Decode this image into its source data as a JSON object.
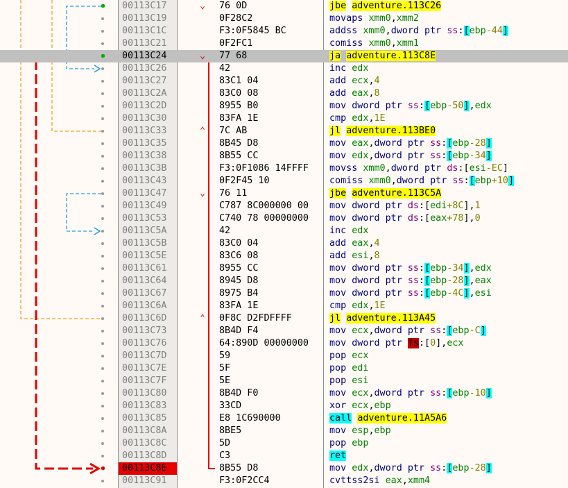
{
  "rows": [
    {
      "addr": "00113C17",
      "bytes": "76 0D",
      "mark": "down",
      "dot": "green",
      "ins": [
        [
          "mnj",
          "jbe"
        ],
        [
          "sp",
          " "
        ],
        [
          "lbl",
          "adventure.113C26"
        ]
      ]
    },
    {
      "addr": "00113C19",
      "bytes": "0F28C2",
      "ins": [
        [
          "mn",
          "movaps"
        ],
        [
          "sp",
          " "
        ],
        [
          "reg",
          "xmm0"
        ],
        [
          "p",
          ","
        ],
        [
          "reg",
          "xmm2"
        ]
      ]
    },
    {
      "addr": "00113C1C",
      "bytes": "F3:0F5845 BC",
      "ins": [
        [
          "mn",
          "addss"
        ],
        [
          "sp",
          " "
        ],
        [
          "reg",
          "xmm0"
        ],
        [
          "p",
          ","
        ],
        [
          "mn",
          "dword ptr"
        ],
        [
          "sp",
          " "
        ],
        [
          "seg",
          "ss"
        ],
        [
          "p",
          ":"
        ],
        [
          "br",
          "["
        ],
        [
          "reg",
          "ebp"
        ],
        [
          "num",
          "-44"
        ],
        [
          "br",
          "]"
        ]
      ]
    },
    {
      "addr": "00113C21",
      "bytes": "0F2FC1",
      "ins": [
        [
          "mn",
          "comiss"
        ],
        [
          "sp",
          " "
        ],
        [
          "reg",
          "xmm0"
        ],
        [
          "p",
          ","
        ],
        [
          "reg",
          "xmm1"
        ]
      ]
    },
    {
      "addr": "00113C24",
      "bytes": "77 68",
      "mark": "down",
      "dot": "green",
      "selected": true,
      "ins": [
        [
          "mnj",
          "ja"
        ],
        [
          "sp",
          " "
        ],
        [
          "lbl",
          "adventure.113C8E"
        ]
      ]
    },
    {
      "addr": "00113C26",
      "bytes": "42",
      "ins": [
        [
          "mn",
          "inc"
        ],
        [
          "sp",
          " "
        ],
        [
          "reg",
          "edx"
        ]
      ]
    },
    {
      "addr": "00113C27",
      "bytes": "83C1 04",
      "ins": [
        [
          "mn",
          "add"
        ],
        [
          "sp",
          " "
        ],
        [
          "reg",
          "ecx"
        ],
        [
          "p",
          ","
        ],
        [
          "num",
          "4"
        ]
      ]
    },
    {
      "addr": "00113C2A",
      "bytes": "83C0 08",
      "ins": [
        [
          "mn",
          "add"
        ],
        [
          "sp",
          " "
        ],
        [
          "reg",
          "eax"
        ],
        [
          "p",
          ","
        ],
        [
          "num",
          "8"
        ]
      ]
    },
    {
      "addr": "00113C2D",
      "bytes": "8955 B0",
      "ins": [
        [
          "mn",
          "mov"
        ],
        [
          "sp",
          " "
        ],
        [
          "mn",
          "dword ptr"
        ],
        [
          "sp",
          " "
        ],
        [
          "seg",
          "ss"
        ],
        [
          "p",
          ":"
        ],
        [
          "br",
          "["
        ],
        [
          "reg",
          "ebp"
        ],
        [
          "num",
          "-50"
        ],
        [
          "br",
          "]"
        ],
        [
          "p",
          ","
        ],
        [
          "reg",
          "edx"
        ]
      ]
    },
    {
      "addr": "00113C30",
      "bytes": "83FA 1E",
      "ins": [
        [
          "mn",
          "cmp"
        ],
        [
          "sp",
          " "
        ],
        [
          "reg",
          "edx"
        ],
        [
          "p",
          ","
        ],
        [
          "num",
          "1E"
        ]
      ]
    },
    {
      "addr": "00113C33",
      "bytes": "7C AB",
      "mark": "up",
      "ins": [
        [
          "mnj",
          "jl"
        ],
        [
          "sp",
          " "
        ],
        [
          "lbl",
          "adventure.113BE0"
        ]
      ]
    },
    {
      "addr": "00113C35",
      "bytes": "8B45 D8",
      "ins": [
        [
          "mn",
          "mov"
        ],
        [
          "sp",
          " "
        ],
        [
          "reg",
          "eax"
        ],
        [
          "p",
          ","
        ],
        [
          "mn",
          "dword ptr"
        ],
        [
          "sp",
          " "
        ],
        [
          "seg",
          "ss"
        ],
        [
          "p",
          ":"
        ],
        [
          "br",
          "["
        ],
        [
          "reg",
          "ebp"
        ],
        [
          "num",
          "-28"
        ],
        [
          "br",
          "]"
        ]
      ]
    },
    {
      "addr": "00113C38",
      "bytes": "8B55 CC",
      "ins": [
        [
          "mn",
          "mov"
        ],
        [
          "sp",
          " "
        ],
        [
          "reg",
          "edx"
        ],
        [
          "p",
          ","
        ],
        [
          "mn",
          "dword ptr"
        ],
        [
          "sp",
          " "
        ],
        [
          "seg",
          "ss"
        ],
        [
          "p",
          ":"
        ],
        [
          "br",
          "["
        ],
        [
          "reg",
          "ebp"
        ],
        [
          "num",
          "-34"
        ],
        [
          "br",
          "]"
        ]
      ]
    },
    {
      "addr": "00113C3B",
      "bytes": "F3:0F1086 14FFFF",
      "ins": [
        [
          "mn",
          "movss"
        ],
        [
          "sp",
          " "
        ],
        [
          "reg",
          "xmm0"
        ],
        [
          "p",
          ","
        ],
        [
          "mn",
          "dword ptr"
        ],
        [
          "sp",
          " "
        ],
        [
          "seg",
          "ds"
        ],
        [
          "p",
          ":["
        ],
        [
          "reg",
          "esi"
        ],
        [
          "num",
          "-EC"
        ],
        [
          "p",
          "]"
        ]
      ]
    },
    {
      "addr": "00113C43",
      "bytes": "0F2F45 10",
      "ins": [
        [
          "mn",
          "comiss"
        ],
        [
          "sp",
          " "
        ],
        [
          "reg",
          "xmm0"
        ],
        [
          "p",
          ","
        ],
        [
          "mn",
          "dword ptr"
        ],
        [
          "sp",
          " "
        ],
        [
          "seg",
          "ss"
        ],
        [
          "p",
          ":"
        ],
        [
          "br",
          "["
        ],
        [
          "reg",
          "ebp"
        ],
        [
          "num",
          "+10"
        ],
        [
          "br",
          "]"
        ]
      ]
    },
    {
      "addr": "00113C47",
      "bytes": "76 11",
      "mark": "down",
      "ins": [
        [
          "mnj",
          "jbe"
        ],
        [
          "sp",
          " "
        ],
        [
          "lbl",
          "adventure.113C5A"
        ]
      ]
    },
    {
      "addr": "00113C49",
      "bytes": "C787 8C000000 00",
      "ins": [
        [
          "mn",
          "mov"
        ],
        [
          "sp",
          " "
        ],
        [
          "mn",
          "dword ptr"
        ],
        [
          "sp",
          " "
        ],
        [
          "seg",
          "ds"
        ],
        [
          "p",
          ":["
        ],
        [
          "reg",
          "edi"
        ],
        [
          "num",
          "+8C"
        ],
        [
          "p",
          "],"
        ],
        [
          "num",
          "1"
        ]
      ]
    },
    {
      "addr": "00113C53",
      "bytes": "C740 78 00000000",
      "ins": [
        [
          "mn",
          "mov"
        ],
        [
          "sp",
          " "
        ],
        [
          "mn",
          "dword ptr"
        ],
        [
          "sp",
          " "
        ],
        [
          "seg",
          "ds"
        ],
        [
          "p",
          ":["
        ],
        [
          "reg",
          "eax"
        ],
        [
          "num",
          "+78"
        ],
        [
          "p",
          "],"
        ],
        [
          "num",
          "0"
        ]
      ]
    },
    {
      "addr": "00113C5A",
      "bytes": "42",
      "ins": [
        [
          "mn",
          "inc"
        ],
        [
          "sp",
          " "
        ],
        [
          "reg",
          "edx"
        ]
      ]
    },
    {
      "addr": "00113C5B",
      "bytes": "83C0 04",
      "ins": [
        [
          "mn",
          "add"
        ],
        [
          "sp",
          " "
        ],
        [
          "reg",
          "eax"
        ],
        [
          "p",
          ","
        ],
        [
          "num",
          "4"
        ]
      ]
    },
    {
      "addr": "00113C5E",
      "bytes": "83C6 08",
      "ins": [
        [
          "mn",
          "add"
        ],
        [
          "sp",
          " "
        ],
        [
          "reg",
          "esi"
        ],
        [
          "p",
          ","
        ],
        [
          "num",
          "8"
        ]
      ]
    },
    {
      "addr": "00113C61",
      "bytes": "8955 CC",
      "ins": [
        [
          "mn",
          "mov"
        ],
        [
          "sp",
          " "
        ],
        [
          "mn",
          "dword ptr"
        ],
        [
          "sp",
          " "
        ],
        [
          "seg",
          "ss"
        ],
        [
          "p",
          ":"
        ],
        [
          "br",
          "["
        ],
        [
          "reg",
          "ebp"
        ],
        [
          "num",
          "-34"
        ],
        [
          "br",
          "]"
        ],
        [
          "p",
          ","
        ],
        [
          "reg",
          "edx"
        ]
      ]
    },
    {
      "addr": "00113C64",
      "bytes": "8945 D8",
      "ins": [
        [
          "mn",
          "mov"
        ],
        [
          "sp",
          " "
        ],
        [
          "mn",
          "dword ptr"
        ],
        [
          "sp",
          " "
        ],
        [
          "seg",
          "ss"
        ],
        [
          "p",
          ":"
        ],
        [
          "br",
          "["
        ],
        [
          "reg",
          "ebp"
        ],
        [
          "num",
          "-28"
        ],
        [
          "br",
          "]"
        ],
        [
          "p",
          ","
        ],
        [
          "reg",
          "eax"
        ]
      ]
    },
    {
      "addr": "00113C67",
      "bytes": "8975 B4",
      "ins": [
        [
          "mn",
          "mov"
        ],
        [
          "sp",
          " "
        ],
        [
          "mn",
          "dword ptr"
        ],
        [
          "sp",
          " "
        ],
        [
          "seg",
          "ss"
        ],
        [
          "p",
          ":"
        ],
        [
          "br",
          "["
        ],
        [
          "reg",
          "ebp"
        ],
        [
          "num",
          "-4C"
        ],
        [
          "br",
          "]"
        ],
        [
          "p",
          ","
        ],
        [
          "reg",
          "esi"
        ]
      ]
    },
    {
      "addr": "00113C6A",
      "bytes": "83FA 1E",
      "ins": [
        [
          "mn",
          "cmp"
        ],
        [
          "sp",
          " "
        ],
        [
          "reg",
          "edx"
        ],
        [
          "p",
          ","
        ],
        [
          "num",
          "1E"
        ]
      ]
    },
    {
      "addr": "00113C6D",
      "bytes": "0F8C D2FDFFFF",
      "mark": "up",
      "ins": [
        [
          "mnj",
          "jl"
        ],
        [
          "sp",
          " "
        ],
        [
          "lbl",
          "adventure.113A45"
        ]
      ]
    },
    {
      "addr": "00113C73",
      "bytes": "8B4D F4",
      "ins": [
        [
          "mn",
          "mov"
        ],
        [
          "sp",
          " "
        ],
        [
          "reg",
          "ecx"
        ],
        [
          "p",
          ","
        ],
        [
          "mn",
          "dword ptr"
        ],
        [
          "sp",
          " "
        ],
        [
          "seg",
          "ss"
        ],
        [
          "p",
          ":"
        ],
        [
          "br",
          "["
        ],
        [
          "reg",
          "ebp"
        ],
        [
          "num",
          "-C"
        ],
        [
          "br",
          "]"
        ]
      ]
    },
    {
      "addr": "00113C76",
      "bytes": "64:890D 00000000",
      "ins": [
        [
          "mn",
          "mov"
        ],
        [
          "sp",
          " "
        ],
        [
          "mn",
          "dword ptr"
        ],
        [
          "sp",
          " "
        ],
        [
          "segfs",
          "fs"
        ],
        [
          "p",
          ":["
        ],
        [
          "num",
          "0"
        ],
        [
          "p",
          "],"
        ],
        [
          "reg",
          "ecx"
        ]
      ]
    },
    {
      "addr": "00113C7D",
      "bytes": "59",
      "ins": [
        [
          "mn",
          "pop"
        ],
        [
          "sp",
          " "
        ],
        [
          "reg",
          "ecx"
        ]
      ]
    },
    {
      "addr": "00113C7E",
      "bytes": "5F",
      "ins": [
        [
          "mn",
          "pop"
        ],
        [
          "sp",
          " "
        ],
        [
          "reg",
          "edi"
        ]
      ]
    },
    {
      "addr": "00113C7F",
      "bytes": "5E",
      "ins": [
        [
          "mn",
          "pop"
        ],
        [
          "sp",
          " "
        ],
        [
          "reg",
          "esi"
        ]
      ]
    },
    {
      "addr": "00113C80",
      "bytes": "8B4D F0",
      "ins": [
        [
          "mn",
          "mov"
        ],
        [
          "sp",
          " "
        ],
        [
          "reg",
          "ecx"
        ],
        [
          "p",
          ","
        ],
        [
          "mn",
          "dword ptr"
        ],
        [
          "sp",
          " "
        ],
        [
          "seg",
          "ss"
        ],
        [
          "p",
          ":"
        ],
        [
          "br",
          "["
        ],
        [
          "reg",
          "ebp"
        ],
        [
          "num",
          "-10"
        ],
        [
          "br",
          "]"
        ]
      ]
    },
    {
      "addr": "00113C83",
      "bytes": "33CD",
      "ins": [
        [
          "mn",
          "xor"
        ],
        [
          "sp",
          " "
        ],
        [
          "reg",
          "ecx"
        ],
        [
          "p",
          ","
        ],
        [
          "reg",
          "ebp"
        ]
      ]
    },
    {
      "addr": "00113C85",
      "bytes": "E8 1C690000",
      "ins": [
        [
          "mnc",
          "call"
        ],
        [
          "sp",
          " "
        ],
        [
          "lbl",
          "adventure.11A5A6"
        ]
      ]
    },
    {
      "addr": "00113C8A",
      "bytes": "8BE5",
      "ins": [
        [
          "mn",
          "mov"
        ],
        [
          "sp",
          " "
        ],
        [
          "reg",
          "esp"
        ],
        [
          "p",
          ","
        ],
        [
          "reg",
          "ebp"
        ]
      ]
    },
    {
      "addr": "00113C8C",
      "bytes": "5D",
      "ins": [
        [
          "mn",
          "pop"
        ],
        [
          "sp",
          " "
        ],
        [
          "reg",
          "ebp"
        ]
      ]
    },
    {
      "addr": "00113C8D",
      "bytes": "C3",
      "ins": [
        [
          "mnr",
          "ret"
        ]
      ]
    },
    {
      "addr": "00113C8E",
      "bytes": "8B55 D8",
      "breakpoint": true,
      "dot": "red",
      "ins": [
        [
          "mn",
          "mov"
        ],
        [
          "sp",
          " "
        ],
        [
          "reg",
          "edx"
        ],
        [
          "p",
          ","
        ],
        [
          "mn",
          "dword ptr"
        ],
        [
          "sp",
          " "
        ],
        [
          "seg",
          "ss"
        ],
        [
          "p",
          ":"
        ],
        [
          "br",
          "["
        ],
        [
          "reg",
          "ebp"
        ],
        [
          "num",
          "-28"
        ],
        [
          "br",
          "]"
        ]
      ]
    },
    {
      "addr": "00113C91",
      "bytes": "F3:0F2CC4",
      "ins": [
        [
          "mn",
          "cvttss2si"
        ],
        [
          "sp",
          " "
        ],
        [
          "reg",
          "eax"
        ],
        [
          "p",
          ","
        ],
        [
          "reg",
          "xmm4"
        ]
      ]
    }
  ],
  "colors": {
    "jump_line": "#e00000",
    "loop_orange": "#f0a020",
    "jump_blue": "#20a0e0",
    "breakpoint": "#e60000"
  }
}
